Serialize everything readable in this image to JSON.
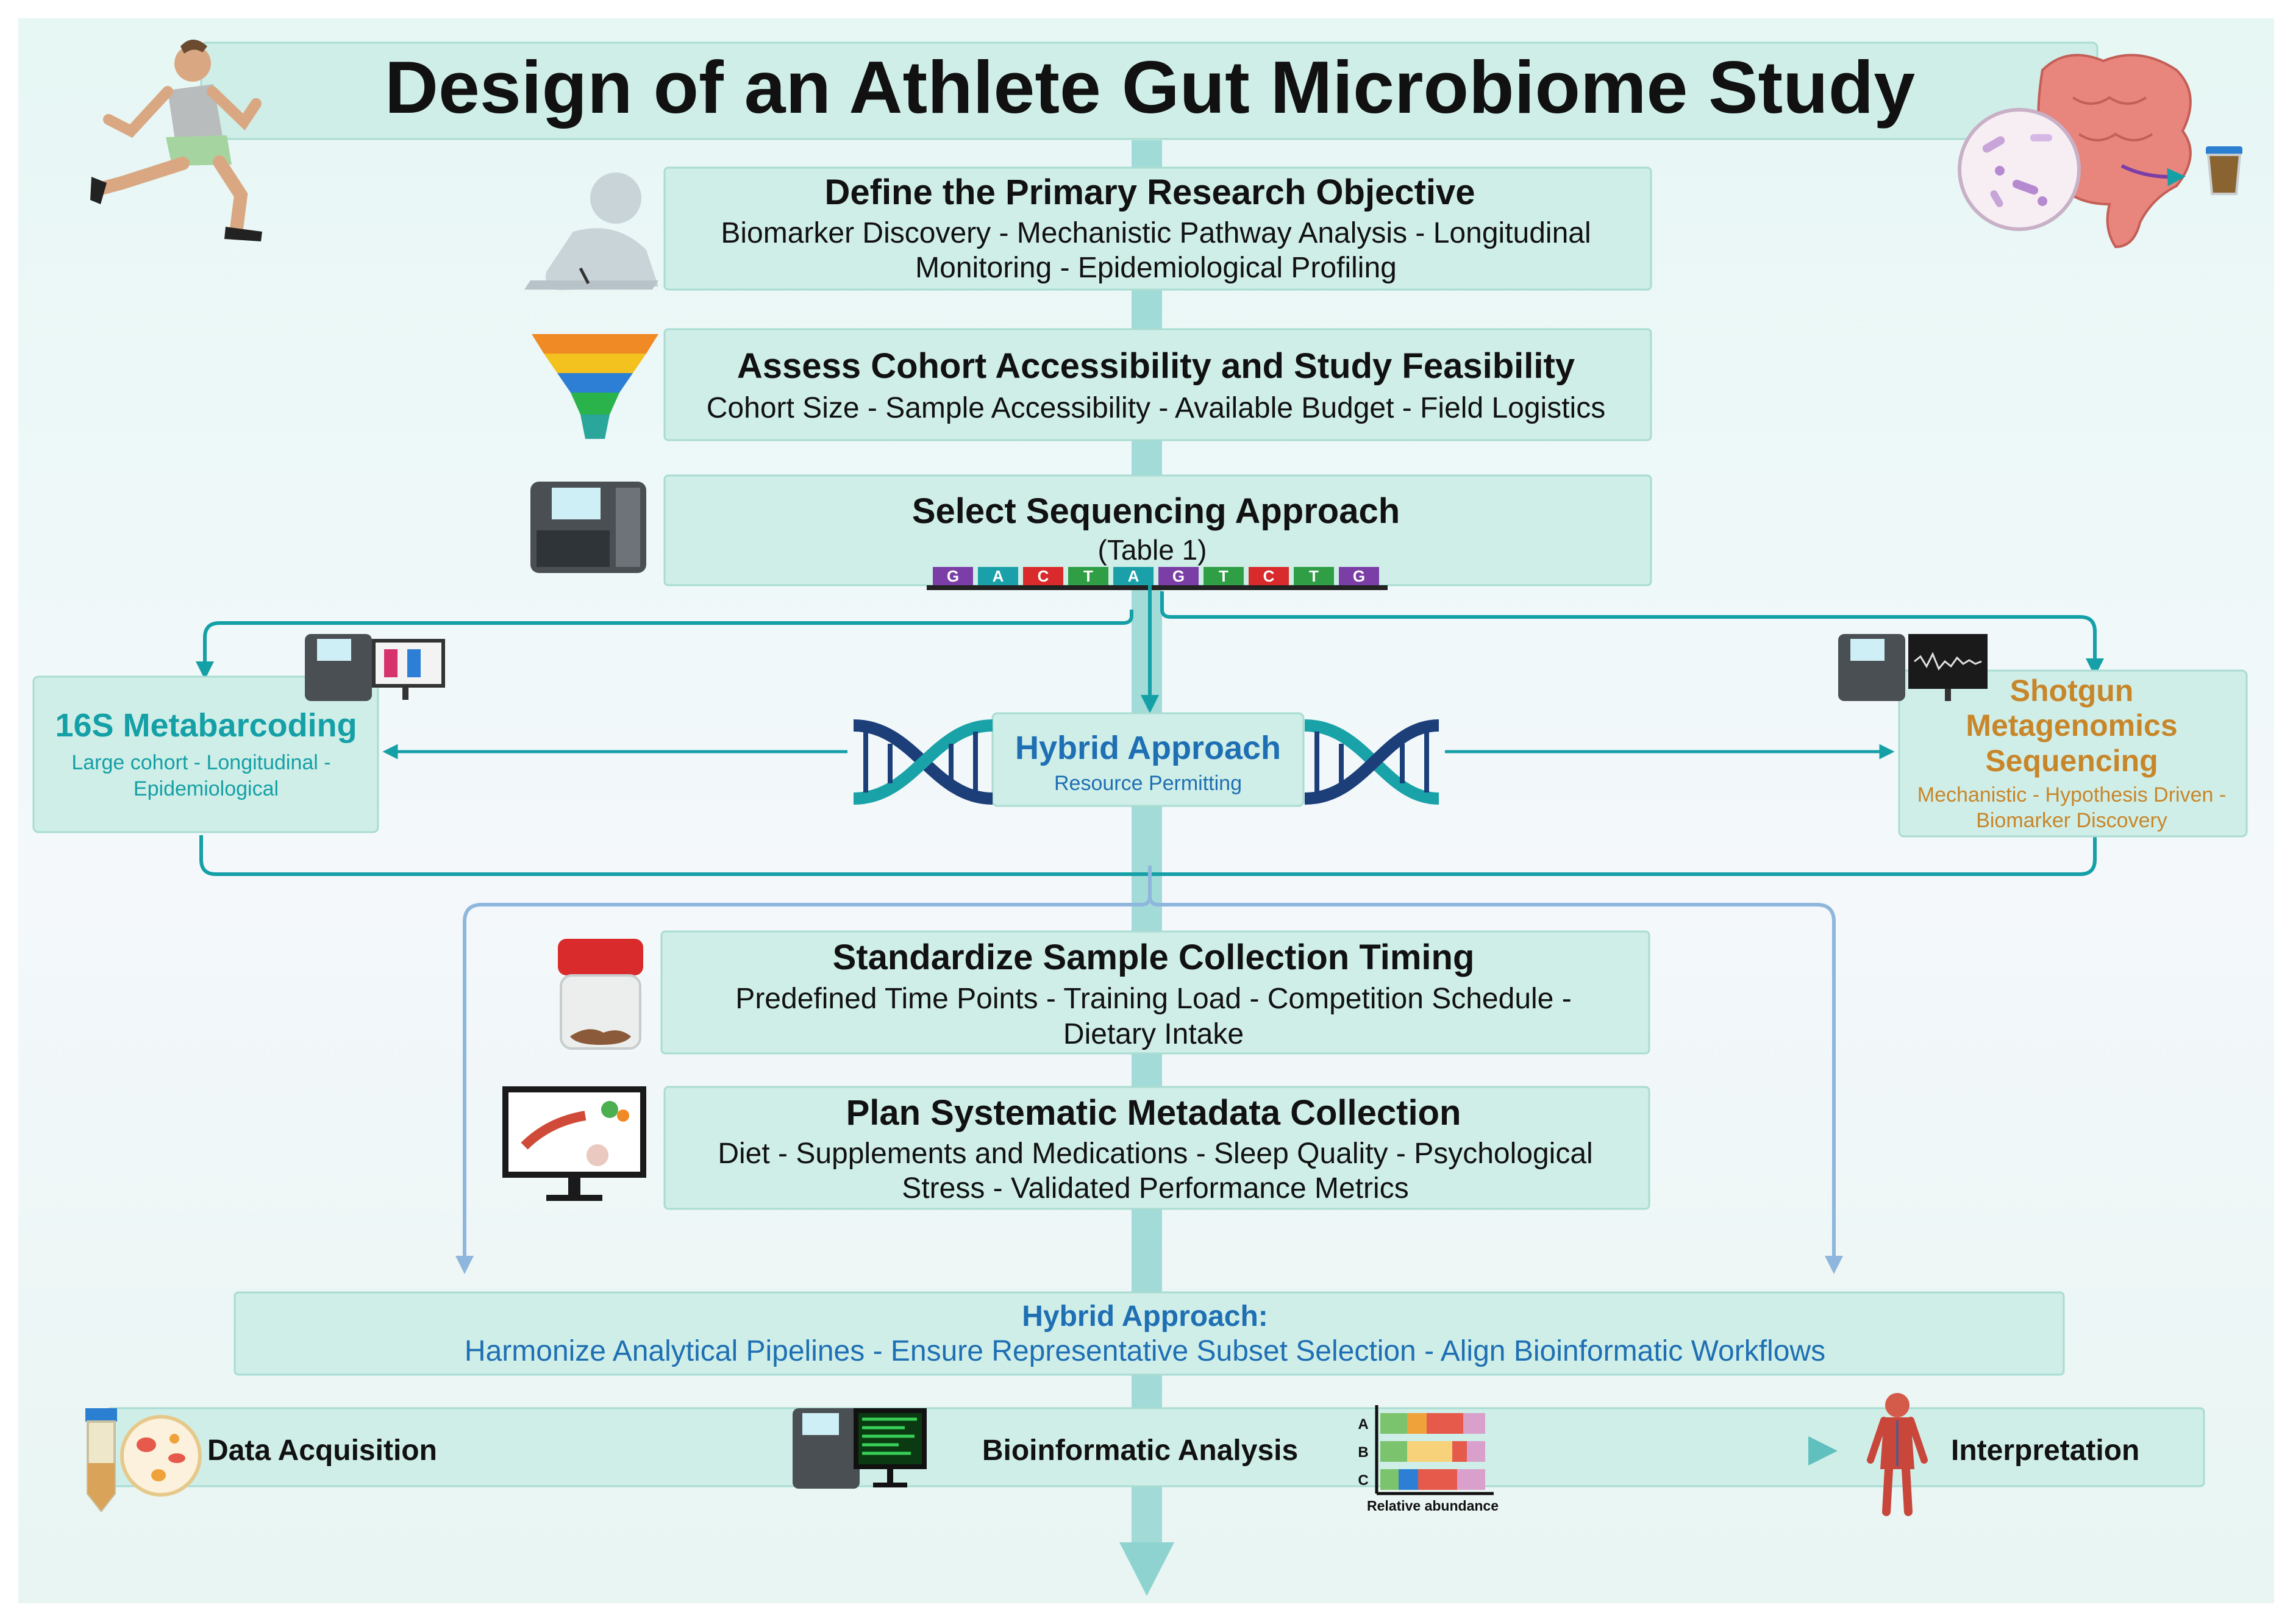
{
  "title": "Design of an Athlete Gut Microbiome Study",
  "steps": [
    {
      "heading": "Define the Primary Research Objective",
      "detail_line1": "Biomarker Discovery - Mechanistic Pathway Analysis - Longitudinal",
      "detail_line2": "Monitoring - Epidemiological Profiling"
    },
    {
      "heading": "Assess Cohort Accessibility and Study Feasibility",
      "detail_line1": "Cohort Size - Sample Accessibility - Available Budget - Field Logistics"
    },
    {
      "heading": "Select Sequencing Approach",
      "detail_line1": "(Table 1)"
    }
  ],
  "dna_letters": [
    "G",
    "A",
    "C",
    "T",
    "A",
    "G",
    "T",
    "C",
    "T",
    "G"
  ],
  "methods": {
    "metabarcoding": {
      "title": "16S Metabarcoding",
      "detail_line1": "Large cohort  - Longitudinal -",
      "detail_line2": "Epidemiological"
    },
    "hybrid": {
      "title": "Hybrid Approach",
      "detail": "Resource Permitting"
    },
    "shotgun": {
      "title_line1": "Shotgun",
      "title_line2": "Metagenomics",
      "title_line3": "Sequencing",
      "detail_line1": "Mechanistic - Hypothesis Driven -",
      "detail_line2": "Biomarker Discovery"
    }
  },
  "collection": [
    {
      "heading": "Standardize Sample Collection Timing",
      "detail_line1": "Predefined Time Points - Training Load - Competition Schedule -",
      "detail_line2": "Dietary Intake"
    },
    {
      "heading": "Plan Systematic Metadata Collection",
      "detail_line1": "Diet - Supplements and Medications - Sleep Quality -  Psychological",
      "detail_line2": "Stress - Validated Performance Metrics"
    }
  ],
  "hybrid_box": {
    "title": "Hybrid Approach:",
    "detail": "Harmonize Analytical Pipelines -  Ensure Representative Subset Selection - Align Bioinformatic Workflows"
  },
  "pipeline": {
    "stage1": "Data Acquisition",
    "stage2": "Bioinformatic Analysis",
    "stage3": "Interpretation"
  },
  "abundance_chart": {
    "rows": [
      "A",
      "B",
      "C"
    ],
    "axis_label": "Relative abundance"
  },
  "icons": [
    "runner-icon",
    "researcher-writing-icon",
    "funnel-icon",
    "sequencer-icon",
    "gut-microbiome-icon",
    "stool-sample-cup-icon",
    "dna-helix-icon",
    "sample-jar-icon",
    "metadata-monitor-icon",
    "test-tube-icon",
    "petri-dish-icon",
    "computer-icon",
    "human-anatomy-icon"
  ],
  "colors": {
    "teal": "#14a0a6",
    "teal_dark": "#0f8a93",
    "blue_text": "#1e6fb3",
    "orange": "#c8862a",
    "box_fill": "#cfeee8",
    "box_border": "#a9dcd2",
    "arrow_blue": "#8fb6dc",
    "backbone": "#8fd3d0",
    "navy": "#1c3f7a"
  }
}
